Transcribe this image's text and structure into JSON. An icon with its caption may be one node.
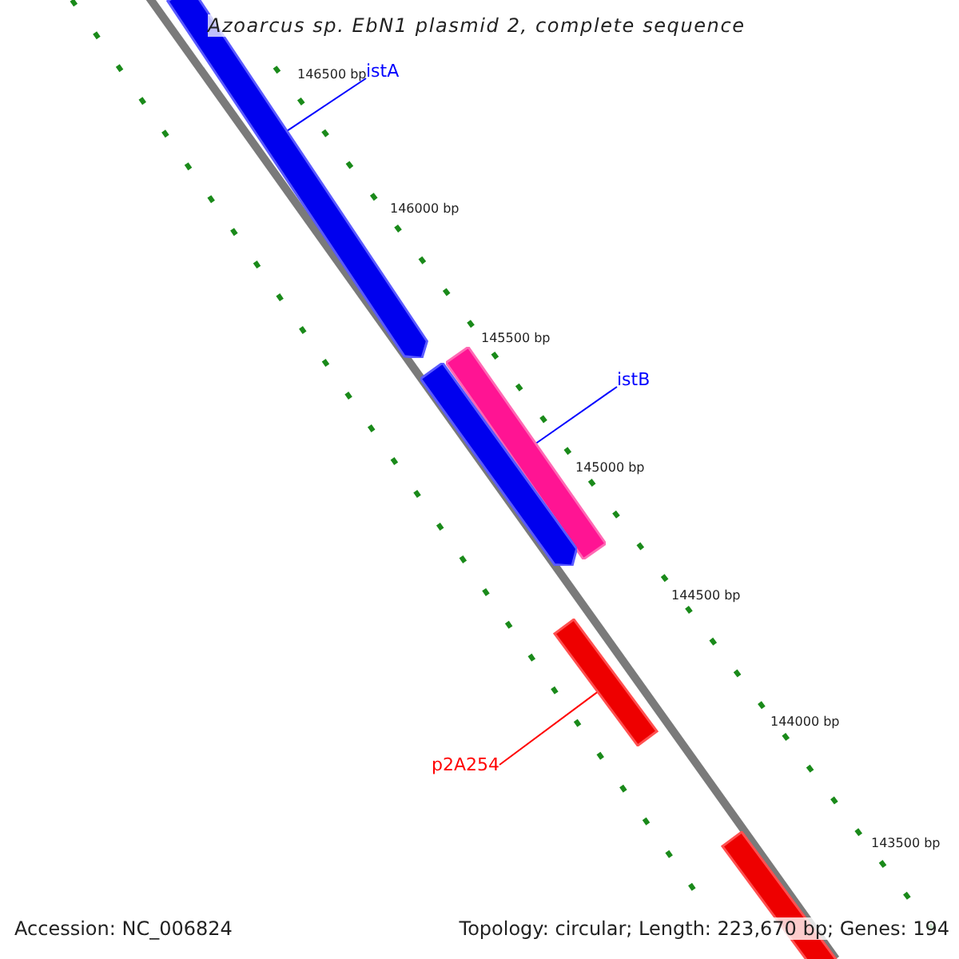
{
  "diagram": {
    "title": "Azoarcus sp. EbN1 plasmid 2, complete sequence",
    "nodes": [
      {
        "text": [
          "istA"
        ]
      },
      {
        "text": [],
        "shape": "bar"
      },
      {
        "text": [
          "istB"
        ]
      },
      {
        "text": [],
        "shape": "bar"
      },
      {
        "text": [],
        "shape": "bar"
      },
      {
        "text": [],
        "shape": "bar"
      },
      {
        "text": [
          "p2A254"
        ]
      },
      {
        "text": [],
        "shape": "bar"
      }
    ],
    "edges": [
      {
        "from": 0,
        "to": 1,
        "arrow": "none"
      },
      {
        "from": 2,
        "to": 3,
        "arrow": "none"
      },
      {
        "from": 6,
        "to": 5,
        "arrow": "none",
        "color": "#ff0000"
      }
    ],
    "labels": [
      "146500 bp",
      "146000 bp",
      "145500 bp",
      "145000 bp",
      "144500 bp",
      "144000 bp",
      "143500 bp",
      "Accession: NC_006824",
      "Topology: circular; Length: 223,670 bp; Genes: 194"
    ]
  }
}
